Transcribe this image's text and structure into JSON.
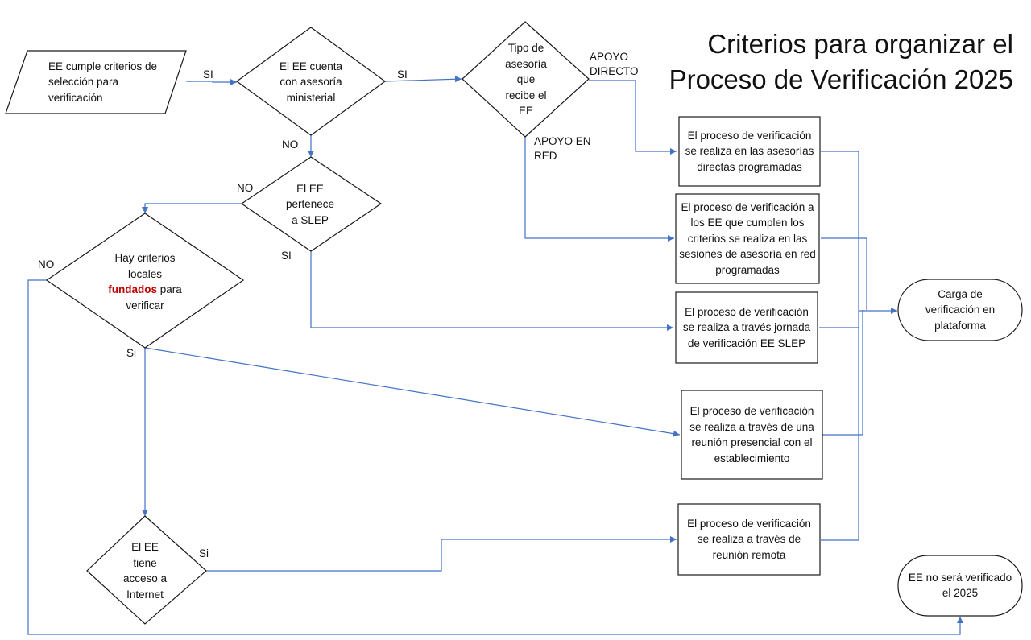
{
  "title": {
    "line1": "Criterios para organizar el",
    "line2": "Proceso de Verificación 2025"
  },
  "nodes": {
    "start": "EE cumple criterios de selección para verificación",
    "d_asesoria": "El EE cuenta con asesoría ministerial",
    "d_tipo": "Tipo de asesoría que recibe el EE",
    "d_slep": "El EE pertenece a SLEP",
    "d_criterios": {
      "before": "Hay criterios locales",
      "highlight": "fundados",
      "after": "para verificar"
    },
    "d_internet": "El EE tiene acceso a Internet",
    "p_directas": "El proceso de verificación se realiza en las asesorías directas programadas",
    "p_red": "El proceso de verificación a los EE que cumplen los criterios se realiza en las sesiones de asesoría en red programadas",
    "p_slep": "El proceso de verificación se realiza a través jornada de verificación EE SLEP",
    "p_presencial": "El proceso de verificación se realiza a través de una reunión presencial con el establecimiento",
    "p_remota": "El proceso de verificación se realiza a través de reunión remota",
    "end_carga": "Carga de verificación en plataforma",
    "end_no": "EE no será verificado el 2025"
  },
  "labels": {
    "si_1": "SI",
    "si_2": "SI",
    "apoyo_directo": "APOYO DIRECTO",
    "apoyo_red": "APOYO EN RED",
    "no_1": "NO",
    "no_2": "NO",
    "si_3": "SI",
    "no_3": "NO",
    "si_4": "Si",
    "si_5": "Si"
  },
  "colors": {
    "connector": "#4472c4",
    "shape_stroke": "#1a1a1a",
    "highlight": "#c00000"
  }
}
